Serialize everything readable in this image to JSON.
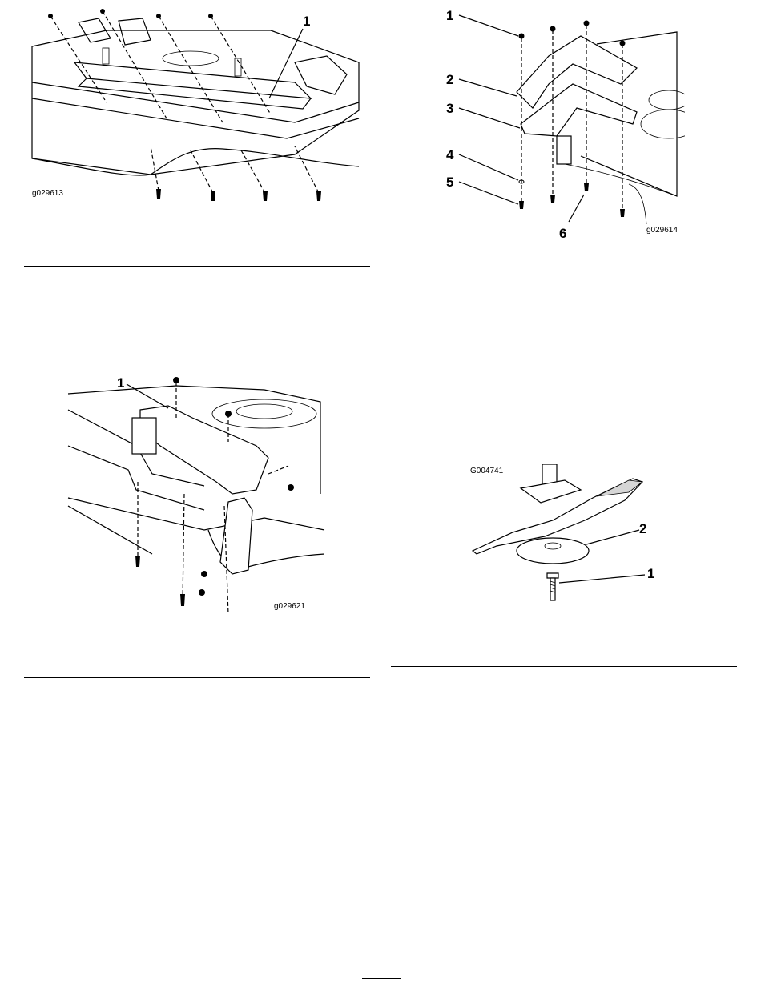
{
  "figures": {
    "fig1": {
      "code": "g029613",
      "callouts": [
        "1"
      ]
    },
    "fig2": {
      "code": "g029614",
      "callouts": [
        "1",
        "2",
        "3",
        "4",
        "5",
        "6"
      ]
    },
    "fig3": {
      "code": "g029621",
      "callouts": [
        "1"
      ]
    },
    "fig4": {
      "code": "G004741",
      "callouts": [
        "2",
        "1"
      ]
    }
  }
}
